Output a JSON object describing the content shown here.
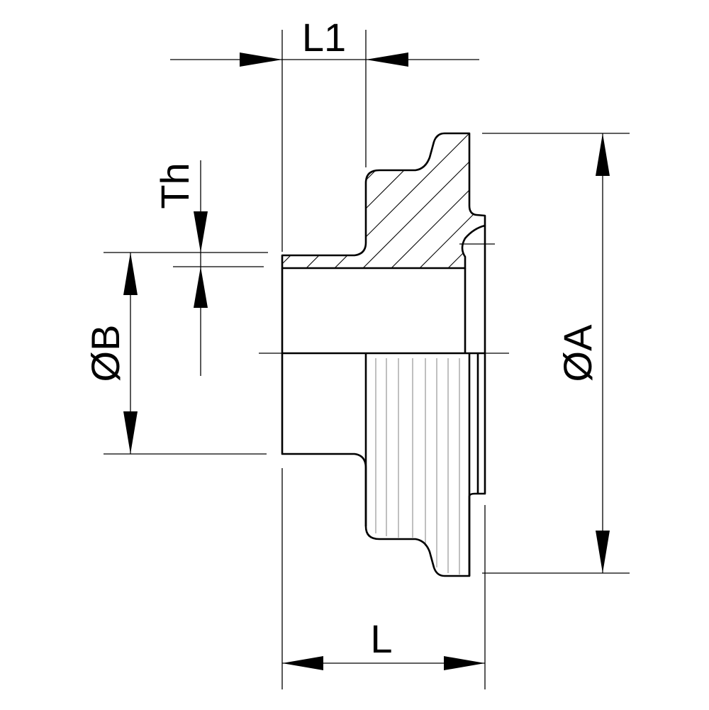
{
  "drawing": {
    "labels": {
      "L1": "L1",
      "Th": "Th",
      "B": "ØB",
      "A": "ØA",
      "L": "L"
    }
  }
}
